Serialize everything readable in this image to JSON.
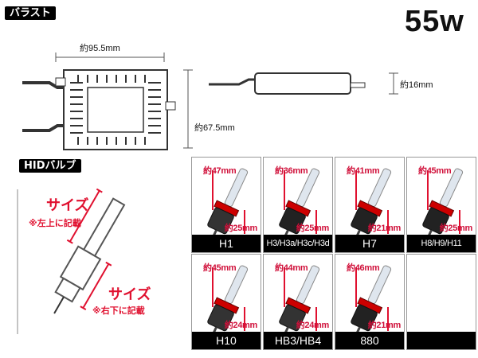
{
  "section_ballast": "バラスト",
  "watts": "55w",
  "ballast": {
    "width_label": "約95.5mm",
    "height_label": "約67.5mm",
    "depth_label": "約16mm"
  },
  "section_bulb": "HIDバルブ",
  "diagram": {
    "top_size": "サイズ",
    "top_note": "※左上に記載",
    "bottom_size": "サイズ",
    "bottom_note": "※右下に記載"
  },
  "colors": {
    "accent_red": "#e0102f",
    "label_bg": "#000000"
  },
  "bulbs": [
    {
      "name": "H1",
      "top": "約47mm",
      "bottom": "約25mm"
    },
    {
      "name": "H3/H3a/H3c/H3d",
      "top": "約36mm",
      "bottom": "約25mm"
    },
    {
      "name": "H7",
      "top": "約41mm",
      "bottom": "約21mm"
    },
    {
      "name": "H8/H9/H11",
      "top": "約45mm",
      "bottom": "約25mm"
    },
    {
      "name": "H10",
      "top": "約45mm",
      "bottom": "約24mm"
    },
    {
      "name": "HB3/HB4",
      "top": "約44mm",
      "bottom": "約24mm"
    },
    {
      "name": "880",
      "top": "約46mm",
      "bottom": "約21mm"
    }
  ]
}
